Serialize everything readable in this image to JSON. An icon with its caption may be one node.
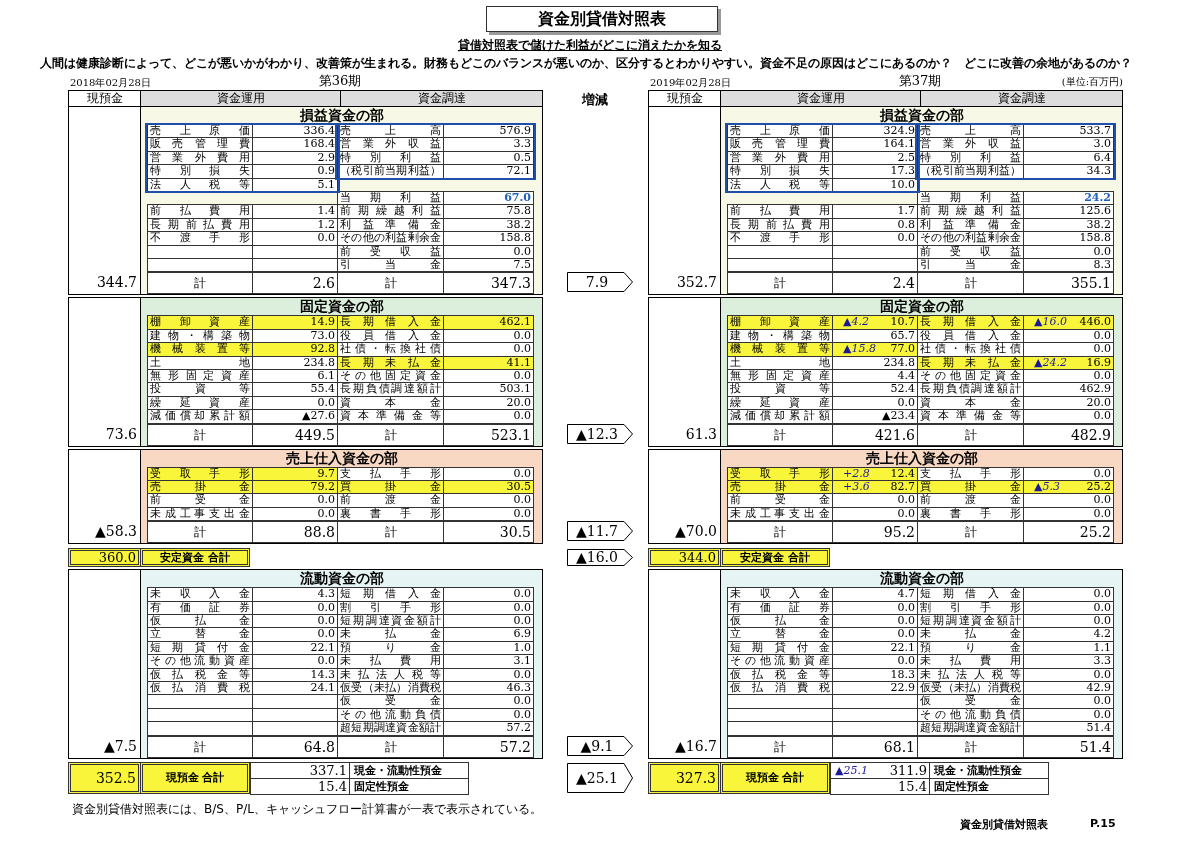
{
  "diagram": {
    "title": "資金別貸借対照表",
    "nodes": [
      {
        "text": [
          "損益資金の部"
        ]
      },
      {
        "text": [
          "固定資金の部"
        ]
      },
      {
        "text": [
          "売上仕入資金の部"
        ]
      },
      {
        "text": [
          "流動資金の部"
        ]
      },
      {
        "text": [
          "7.9"
        ]
      },
      {
        "text": [
          "▲12.3"
        ]
      },
      {
        "text": [
          "▲11.7"
        ]
      },
      {
        "text": [
          "▲16.0"
        ]
      },
      {
        "text": [
          "▲9.1"
        ]
      },
      {
        "text": [
          "▲25.1"
        ]
      },
      {
        "text": [
          "損益資金の部"
        ]
      },
      {
        "text": [
          "固定資金の部"
        ]
      },
      {
        "text": [
          "売上仕入資金の部"
        ]
      },
      {
        "text": [
          "流動資金の部"
        ]
      }
    ],
    "labels": [
      "貸借対照表で儲けた利益がどこに消えたかを知る",
      "人間は健康診断によって、どこが悪いかがわかり、改善策が生まれる。財務もどこのバランスが悪いのか、区分するとわかりやすい。資金不足の原因はどこにあるのか？　どこに改善の余地があるのか？",
      "2018年02月28日",
      "第36期",
      "現預金",
      "資金運用",
      "資金調達",
      "売上原価",
      "336.4",
      "売上高",
      "576.9",
      "販売管理費",
      "168.4",
      "営業外収益",
      "3.3",
      "営業外費用",
      "2.9",
      "特別利益",
      "0.5",
      "特別損失",
      "0.9",
      "（税引前当期利益）",
      "72.1",
      "法人税等",
      "5.1",
      "当期利益",
      "67.0",
      "前払費用",
      "1.4",
      "前期繰越利益",
      "75.8",
      "長期前払費用",
      "1.2",
      "利益準備金",
      "38.2",
      "不渡手形",
      "0.0",
      "その他の利益剰余金",
      "158.8",
      "前受収益",
      "0.0",
      "引当金",
      "7.5",
      "344.7",
      "計",
      "2.6",
      "計",
      "347.3",
      "棚卸資産",
      "14.9",
      "長期借入金",
      "462.1",
      "建物・構築物",
      "73.0",
      "役員借入金",
      "0.0",
      "機械装置等",
      "92.8",
      "社債・転換社債",
      "0.0",
      "土地",
      "234.8",
      "長期未払金",
      "41.1",
      "無形固定資産",
      "6.1",
      "その他固定資金",
      "0.0",
      "投資等",
      "55.4",
      "長期負債調達額計",
      "503.1",
      "繰延資産",
      "0.0",
      "資本金",
      "20.0",
      "減価償却累計額",
      "▲27.6",
      "資本準備金等",
      "0.0",
      "73.6",
      "計",
      "449.5",
      "計",
      "523.1",
      "受取手形",
      "9.7",
      "支払手形",
      "0.0",
      "売掛金",
      "79.2",
      "買掛金",
      "30.5",
      "前受金",
      "0.0",
      "前渡金",
      "0.0",
      "未成工事支出金",
      "0.0",
      "裏書手形",
      "0.0",
      "▲58.3",
      "計",
      "88.8",
      "計",
      "30.5",
      "360.0",
      "安定資金 合計",
      "未収入金",
      "4.3",
      "短期借入金",
      "0.0",
      "有価証券",
      "0.0",
      "割引手形",
      "0.0",
      "仮払金",
      "0.0",
      "短期調達資金額計",
      "0.0",
      "立替金",
      "0.0",
      "未払金",
      "6.9",
      "短期貸付金",
      "22.1",
      "預り金",
      "1.0",
      "その他流動資産",
      "0.0",
      "未払費用",
      "3.1",
      "仮払税金等",
      "14.3",
      "未払法人税等",
      "0.0",
      "仮払消費税",
      "24.1",
      "仮受（未払）消費税",
      "46.3",
      "仮受金",
      "0.0",
      "その他流動負債",
      "0.0",
      "超短期調達資金額計",
      "57.2",
      "▲7.5",
      "計",
      "64.8",
      "計",
      "57.2",
      "352.5",
      "現預金 合計",
      "337.1",
      "現金・流動性預金",
      "15.4",
      "固定性預金",
      "増減",
      "2019年02月28日",
      "第37期",
      "(単位:百万円)",
      "現預金",
      "資金運用",
      "資金調達",
      "売上原価",
      "324.9",
      "売上高",
      "533.7",
      "販売管理費",
      "164.1",
      "営業外収益",
      "3.0",
      "営業外費用",
      "2.5",
      "特別利益",
      "6.4",
      "特別損失",
      "17.3",
      "（税引前当期利益）",
      "34.3",
      "法人税等",
      "10.0",
      "当期利益",
      "24.2",
      "前払費用",
      "1.7",
      "前期繰越利益",
      "125.6",
      "長期前払費用",
      "0.8",
      "利益準備金",
      "38.2",
      "不渡手形",
      "0.0",
      "その他の利益剰余金",
      "158.8",
      "前受収益",
      "0.0",
      "引当金",
      "8.3",
      "352.7",
      "計",
      "2.4",
      "計",
      "355.1",
      "棚卸資産",
      "▲4.2",
      "10.7",
      "長期借入金",
      "▲16.0",
      "446.0",
      "建物・構築物",
      "65.7",
      "役員借入金",
      "0.0",
      "機械装置等",
      "▲15.8",
      "77.0",
      "社債・転換社債",
      "0.0",
      "土地",
      "234.8",
      "長期未払金",
      "▲24.2",
      "16.9",
      "無形固定資産",
      "4.4",
      "その他固定資金",
      "0.0",
      "投資等",
      "52.4",
      "長期負債調達額計",
      "462.9",
      "繰延資産",
      "0.0",
      "資本金",
      "20.0",
      "減価償却累計額",
      "▲23.4",
      "資本準備金等",
      "0.0",
      "61.3",
      "計",
      "421.6",
      "計",
      "482.9",
      "受取手形",
      "+2.8",
      "12.4",
      "支払手形",
      "0.0",
      "売掛金",
      "+3.6",
      "82.7",
      "買掛金",
      "▲5.3",
      "25.2",
      "前受金",
      "0.0",
      "前渡金",
      "0.0",
      "未成工事支出金",
      "0.0",
      "裏書手形",
      "0.0",
      "▲70.0",
      "計",
      "95.2",
      "計",
      "25.2",
      "344.0",
      "安定資金 合計",
      "未収入金",
      "4.7",
      "短期借入金",
      "0.0",
      "有価証券",
      "0.0",
      "割引手形",
      "0.0",
      "仮払金",
      "0.0",
      "短期調達資金額計",
      "0.0",
      "立替金",
      "0.0",
      "未払金",
      "4.2",
      "短期貸付金",
      "22.1",
      "預り金",
      "1.1",
      "その他流動資産",
      "0.0",
      "未払費用",
      "3.3",
      "仮払税金等",
      "18.3",
      "未払法人税等",
      "0.0",
      "仮払消費税",
      "22.9",
      "仮受（未払）消費税",
      "42.9",
      "仮受金",
      "0.0",
      "その他流動負債",
      "0.0",
      "超短期調達資金額計",
      "51.4",
      "▲16.7",
      "計",
      "68.1",
      "計",
      "51.4",
      "327.3",
      "現預金 合計",
      "▲25.1",
      "311.9",
      "現金・流動性預金",
      "15.4",
      "固定性預金",
      "資金別貸借対照表には、B/S、P/L、キャッシュフロー計算書が一表で表示されている。",
      "資金別貸借対照表",
      "P.15"
    ]
  }
}
